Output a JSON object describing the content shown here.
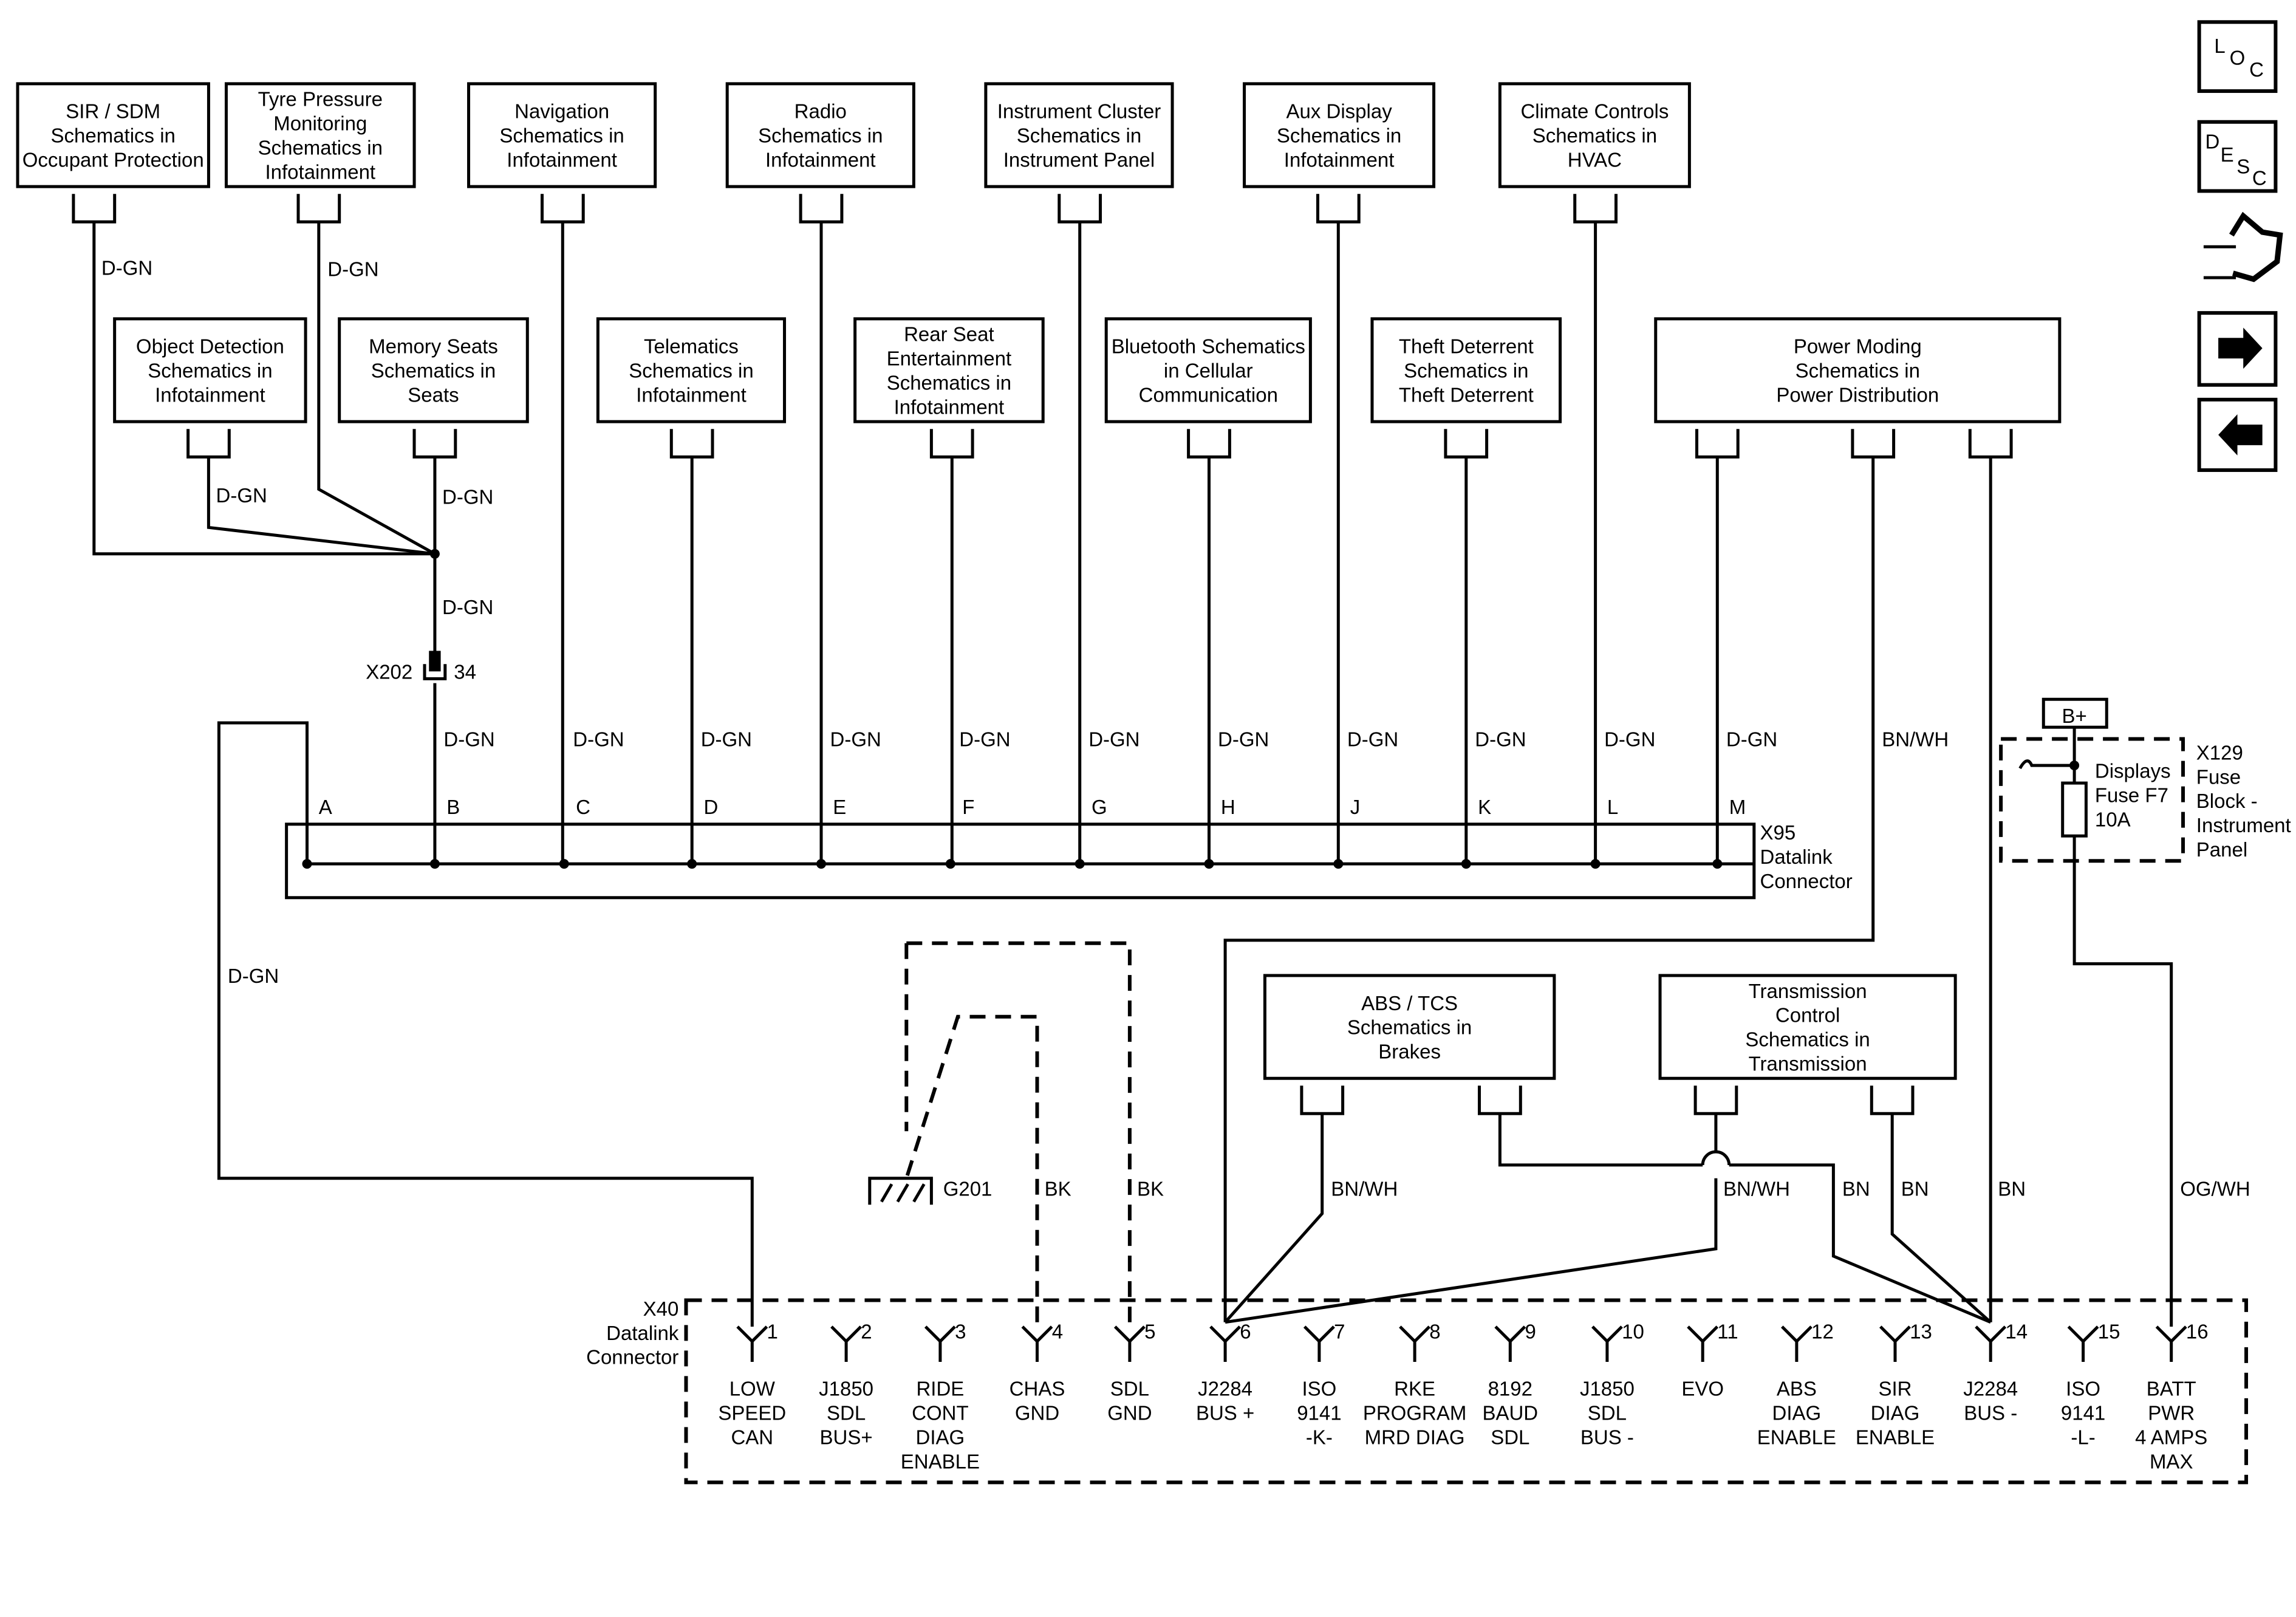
{
  "top_modules": [
    {
      "lines": [
        "SIR / SDM",
        "Schematics in",
        "Occupant Protection"
      ]
    },
    {
      "lines": [
        "Tyre Pressure",
        "Monitoring",
        "Schematics in",
        "Infotainment"
      ]
    },
    {
      "lines": [
        "Navigation",
        "Schematics in",
        "Infotainment"
      ]
    },
    {
      "lines": [
        "Radio",
        "Schematics in",
        "Infotainment"
      ]
    },
    {
      "lines": [
        "Instrument Cluster",
        "Schematics in",
        "Instrument Panel"
      ]
    },
    {
      "lines": [
        "Aux Display",
        "Schematics in",
        "Infotainment"
      ]
    },
    {
      "lines": [
        "Climate Controls",
        "Schematics in",
        "HVAC"
      ]
    }
  ],
  "mid_modules": [
    {
      "lines": [
        "Object Detection",
        "Schematics in",
        "Infotainment"
      ]
    },
    {
      "lines": [
        "Memory Seats",
        "Schematics in",
        "Seats"
      ]
    },
    {
      "lines": [
        "Telematics",
        "Schematics in",
        "Infotainment"
      ]
    },
    {
      "lines": [
        "Rear Seat",
        "Entertainment",
        "Schematics in",
        "Infotainment"
      ]
    },
    {
      "lines": [
        "Bluetooth Schematics",
        "in Cellular",
        "Communication"
      ]
    },
    {
      "lines": [
        "Theft Deterrent",
        "Schematics in",
        "Theft Deterrent"
      ]
    },
    {
      "lines": [
        "Power Moding",
        "Schematics in",
        "Power Distribution"
      ]
    }
  ],
  "lower_modules": [
    {
      "lines": [
        "ABS / TCS",
        "Schematics in",
        "Brakes"
      ]
    },
    {
      "lines": [
        "Transmission",
        "Control",
        "Schematics in",
        "Transmission"
      ]
    }
  ],
  "wire_labels": {
    "d_gn": "D-GN",
    "bn_wh": "BN/WH",
    "bn": "BN",
    "bk": "BK",
    "og_wh": "OG/WH"
  },
  "splice": {
    "connector": "X202",
    "pin": "34"
  },
  "x95": {
    "pins": [
      "A",
      "B",
      "C",
      "D",
      "E",
      "F",
      "G",
      "H",
      "J",
      "K",
      "L",
      "M"
    ],
    "lines": [
      "X95",
      "Datalink",
      "Connector"
    ]
  },
  "x40": {
    "lines": [
      "X40",
      "Datalink",
      "Connector"
    ],
    "pins": [
      {
        "num": "1",
        "lines": [
          "LOW",
          "SPEED",
          "CAN"
        ]
      },
      {
        "num": "2",
        "lines": [
          "J1850",
          "SDL",
          "BUS+"
        ]
      },
      {
        "num": "3",
        "lines": [
          "RIDE",
          "CONT",
          "DIAG",
          "ENABLE"
        ]
      },
      {
        "num": "4",
        "lines": [
          "CHAS",
          "GND"
        ]
      },
      {
        "num": "5",
        "lines": [
          "SDL",
          "GND"
        ]
      },
      {
        "num": "6",
        "lines": [
          "J2284",
          "BUS +"
        ]
      },
      {
        "num": "7",
        "lines": [
          "ISO",
          "9141",
          "-K-"
        ]
      },
      {
        "num": "8",
        "lines": [
          "RKE",
          "PROGRAM",
          "MRD DIAG"
        ]
      },
      {
        "num": "9",
        "lines": [
          "8192",
          "BAUD",
          "SDL"
        ]
      },
      {
        "num": "10",
        "lines": [
          "J1850",
          "SDL",
          "BUS -"
        ]
      },
      {
        "num": "11",
        "lines": [
          "EVO"
        ]
      },
      {
        "num": "12",
        "lines": [
          "ABS",
          "DIAG",
          "ENABLE"
        ]
      },
      {
        "num": "13",
        "lines": [
          "SIR",
          "DIAG",
          "ENABLE"
        ]
      },
      {
        "num": "14",
        "lines": [
          "J2284",
          "BUS -"
        ]
      },
      {
        "num": "15",
        "lines": [
          "ISO",
          "9141",
          "-L-"
        ]
      },
      {
        "num": "16",
        "lines": [
          "BATT",
          "PWR",
          "4 AMPS",
          "MAX"
        ]
      }
    ]
  },
  "ground": {
    "label": "G201"
  },
  "fuse": {
    "supply": "B+",
    "desc_lines": [
      "Displays",
      "Fuse F7",
      "10A"
    ],
    "block_lines": [
      "X129",
      "Fuse",
      "Block -",
      "Instrument",
      "Panel"
    ]
  },
  "nav": {
    "loc": [
      "L",
      "O",
      "C"
    ],
    "desc": [
      "D",
      "E",
      "S",
      "C"
    ]
  }
}
